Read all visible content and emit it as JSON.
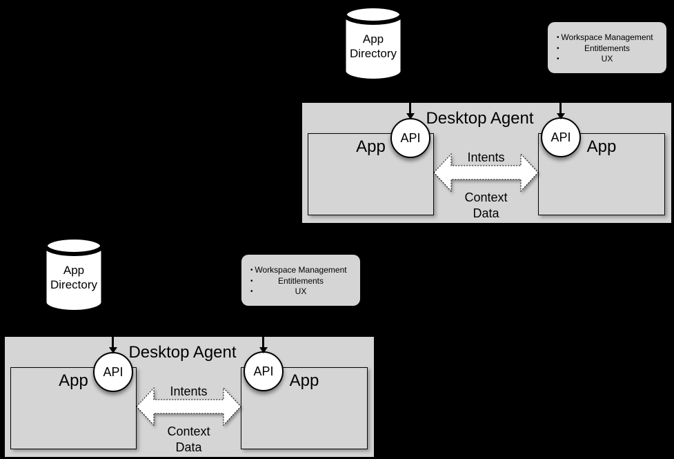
{
  "page": {
    "background_color": "#000000"
  },
  "colors": {
    "panel_gray": "#d5d5d5",
    "shape_white": "#ffffff",
    "stroke_black": "#000000"
  },
  "bullet_glyph": "•",
  "diagrams": [
    {
      "app_directory": {
        "line1": "App",
        "line2": "Directory"
      },
      "features": [
        "Workspace Management",
        "Entitlements",
        "UX"
      ],
      "desktop_agent_title": "Desktop Agent",
      "left_app_label": "App",
      "right_app_label": "App",
      "left_api_label": "API",
      "right_api_label": "API",
      "intents_label": "Intents",
      "context_data_line1": "Context",
      "context_data_line2": "Data"
    },
    {
      "app_directory": {
        "line1": "App",
        "line2": "Directory"
      },
      "features": [
        "Workspace Management",
        "Entitlements",
        "UX"
      ],
      "desktop_agent_title": "Desktop Agent",
      "left_app_label": "App",
      "right_app_label": "App",
      "left_api_label": "API",
      "right_api_label": "API",
      "intents_label": "Intents",
      "context_data_line1": "Context",
      "context_data_line2": "Data"
    }
  ]
}
